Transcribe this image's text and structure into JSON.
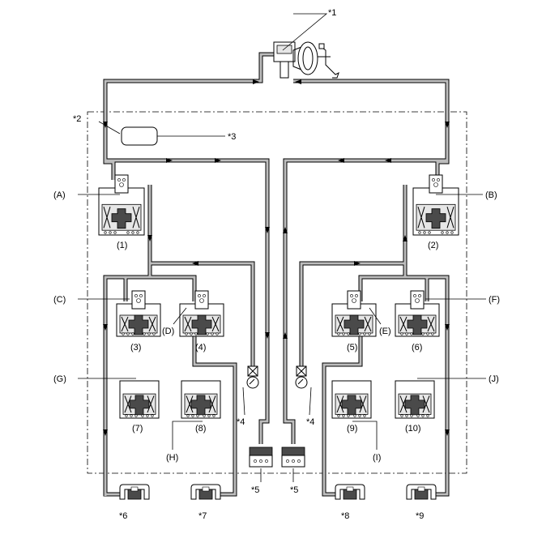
{
  "labels": {
    "m1": "*1",
    "m2": "*2",
    "m3": "*3",
    "m4a": "*4",
    "m4b": "*4",
    "m5a": "*5",
    "m5b": "*5",
    "m6": "*6",
    "m7": "*7",
    "m8": "*8",
    "m9": "*9",
    "A": "(A)",
    "B": "(B)",
    "C": "(C)",
    "D": "(D)",
    "E": "(E)",
    "F": "(F)",
    "G": "(G)",
    "H": "(H)",
    "I": "(I)",
    "J": "(J)",
    "v1": "(1)",
    "v2": "(2)",
    "v3": "(3)",
    "v4": "(4)",
    "v5": "(5)",
    "v6": "(6)",
    "v7": "(7)",
    "v8": "(8)",
    "v9": "(9)",
    "v10": "(10)"
  },
  "colors": {
    "line": "#000000",
    "pipe_fill": "#bdbdbd",
    "valve_dark": "#4a4a4a",
    "valve_light": "#e6e6e6"
  }
}
